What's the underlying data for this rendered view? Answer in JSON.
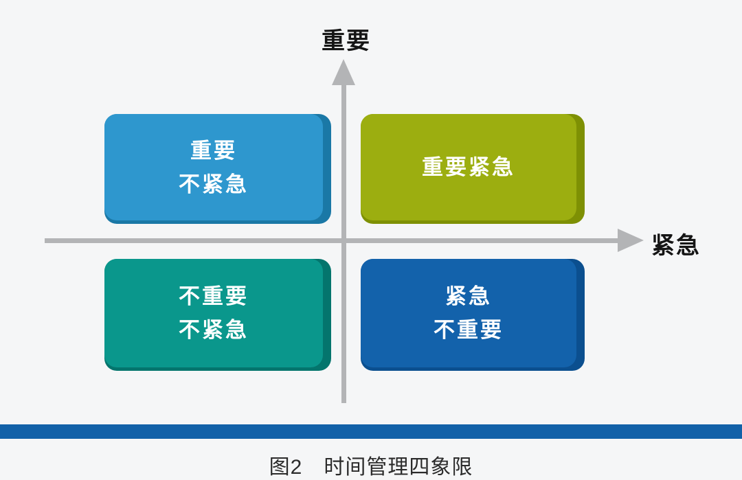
{
  "figure": {
    "title_caption": "图2　时间管理四象限",
    "axes": {
      "y_label": "重要",
      "x_label": "紧急",
      "line_color": "#b3b4b6"
    },
    "quadrants": [
      {
        "position": "top-left",
        "lines": [
          "重要",
          "不紧急"
        ],
        "face_color": "#2e97ce",
        "edge_color": "#1a78a6"
      },
      {
        "position": "top-right",
        "lines": [
          "重要紧急"
        ],
        "face_color": "#9cae10",
        "edge_color": "#7e9004"
      },
      {
        "position": "bottom-left",
        "lines": [
          "不重要",
          "不紧急"
        ],
        "face_color": "#0a978c",
        "edge_color": "#04756d"
      },
      {
        "position": "bottom-right",
        "lines": [
          "紧急",
          "不重要"
        ],
        "face_color": "#1362ab",
        "edge_color": "#0b4f8f"
      }
    ],
    "divider_color": "#1261a8",
    "background_color": "#f5f6f7",
    "text_color_on_boxes": "#ffffff"
  }
}
